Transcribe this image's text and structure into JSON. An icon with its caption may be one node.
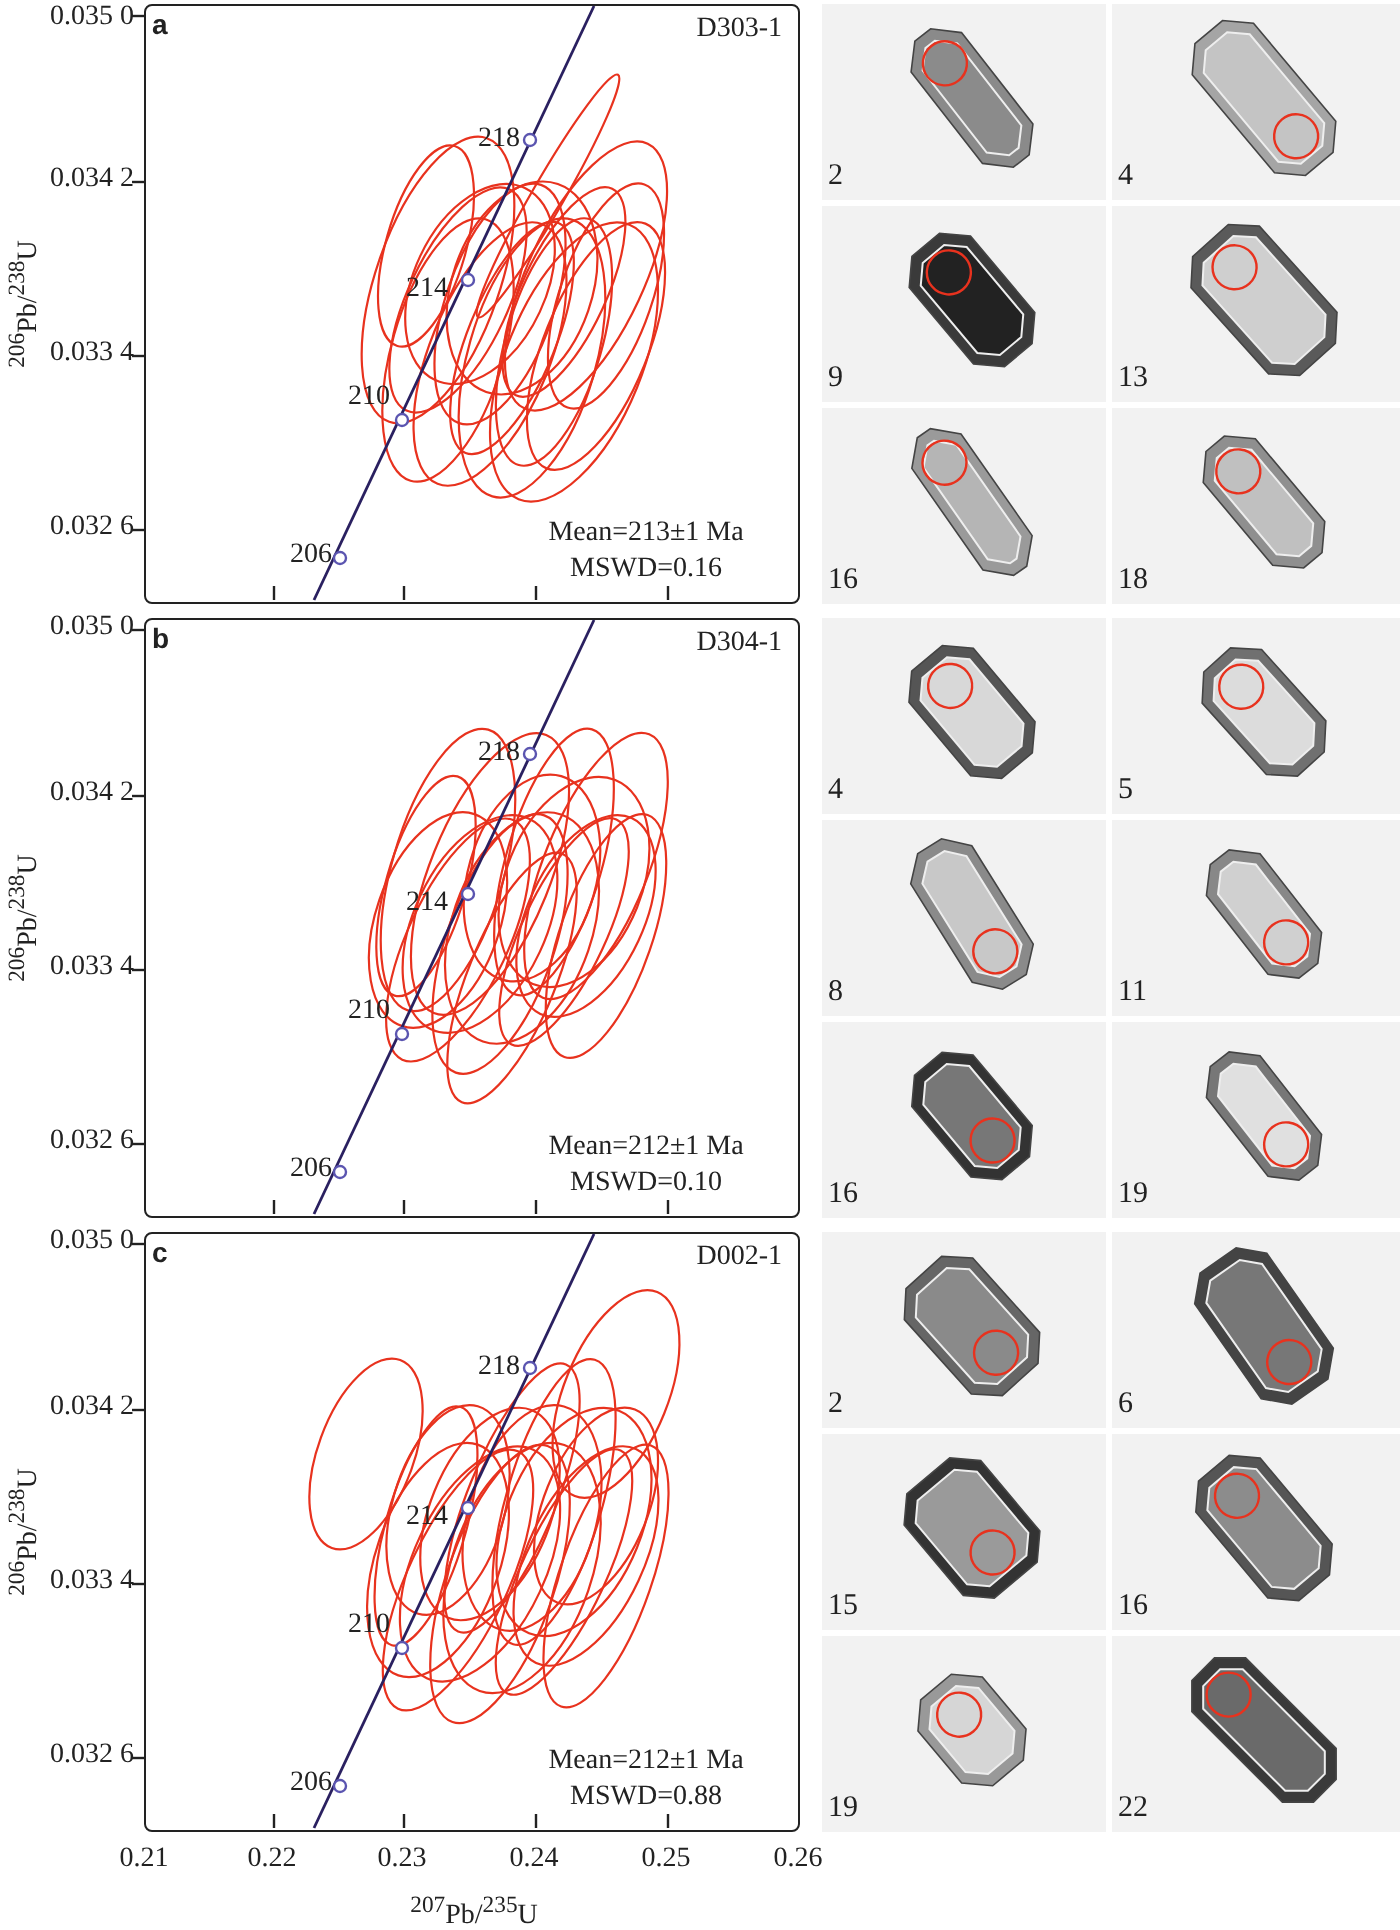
{
  "diagram": {
    "nodes": [
      {
        "text": [
          "a",
          "D303-1",
          "218",
          "214",
          "210",
          "206",
          "Mean=213±1 Ma",
          "MSWD=0.16"
        ]
      },
      {
        "text": [
          "2"
        ]
      },
      {
        "text": [
          "4"
        ]
      },
      {
        "text": [
          "9"
        ]
      },
      {
        "text": [
          "13"
        ]
      },
      {
        "text": [
          "16"
        ]
      },
      {
        "text": [
          "18"
        ]
      },
      {
        "text": [
          "b",
          "D304-1",
          "218",
          "214",
          "210",
          "206",
          "Mean=212±1 Ma",
          "MSWD=0.10"
        ]
      },
      {
        "text": [
          "4"
        ]
      },
      {
        "text": [
          "5"
        ]
      },
      {
        "text": [
          "8"
        ]
      },
      {
        "text": [
          "11"
        ]
      },
      {
        "text": [
          "16"
        ]
      },
      {
        "text": [
          "19"
        ]
      },
      {
        "text": [
          "c",
          "D002-1",
          "218",
          "214",
          "210",
          "206",
          "Mean=212±1 Ma",
          "MSWD=0.88"
        ]
      },
      {
        "text": [
          "2"
        ]
      },
      {
        "text": [
          "6"
        ]
      },
      {
        "text": [
          "15"
        ]
      },
      {
        "text": [
          "16"
        ]
      },
      {
        "text": [
          "19"
        ]
      },
      {
        "text": [
          "22"
        ]
      }
    ],
    "labels": [
      "0.035 0",
      "0.034 2",
      "0.033 4",
      "0.032 6",
      "$^{206}$Pb/$^{238}$U",
      "0.035 0",
      "0.034 2",
      "0.033 4",
      "0.032 6",
      "$^{206}$Pb/$^{238}$U",
      "0.035 0",
      "0.034 2",
      "0.033 4",
      "0.032 6",
      "$^{206}$Pb/$^{238}$U",
      "0.21",
      "0.22",
      "0.23",
      "0.24",
      "0.25",
      "0.26",
      "$^{207}$Pb/$^{235}$U"
    ]
  }
}
